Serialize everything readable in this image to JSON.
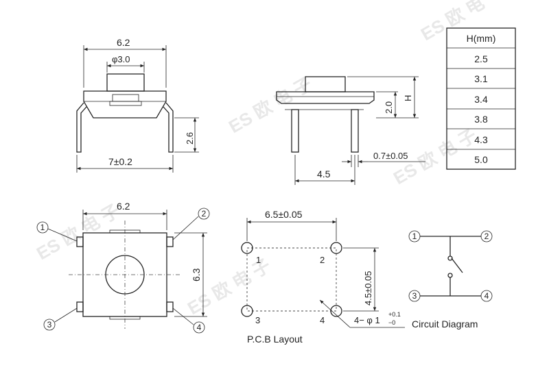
{
  "dimensions": {
    "top_width": "6.2",
    "button_dia": "φ3.0",
    "lead_height": "2.6",
    "body_width": "7±0.2",
    "cap_height": "2.0",
    "h_label": "H",
    "pin_width": "0.7±0.05",
    "pin_pitch": "4.5",
    "bottom_width": "6.2",
    "bottom_height": "6.3",
    "pcb_width": "6.5±0.05",
    "pcb_height": "4.5±0.05",
    "hole_prefix": "4− φ 1",
    "hole_tol_plus": "+0.1",
    "hole_tol_minus": "−0"
  },
  "h_table": {
    "header": "H(mm)",
    "rows": [
      "2.5",
      "3.1",
      "3.4",
      "3.8",
      "4.3",
      "5.0"
    ]
  },
  "pin_labels": [
    "1",
    "2",
    "3",
    "4"
  ],
  "pcb_pins": [
    "1",
    "2",
    "3",
    "4"
  ],
  "captions": {
    "pcb_layout": "P.C.B Layout",
    "circuit": "Circuit Diagram"
  },
  "watermark": [
    "ES 欧 电 子",
    "ES 欧 电",
    "ES 欧 电 子",
    "ES 欧 电 子",
    "ES 欧 电 子"
  ]
}
